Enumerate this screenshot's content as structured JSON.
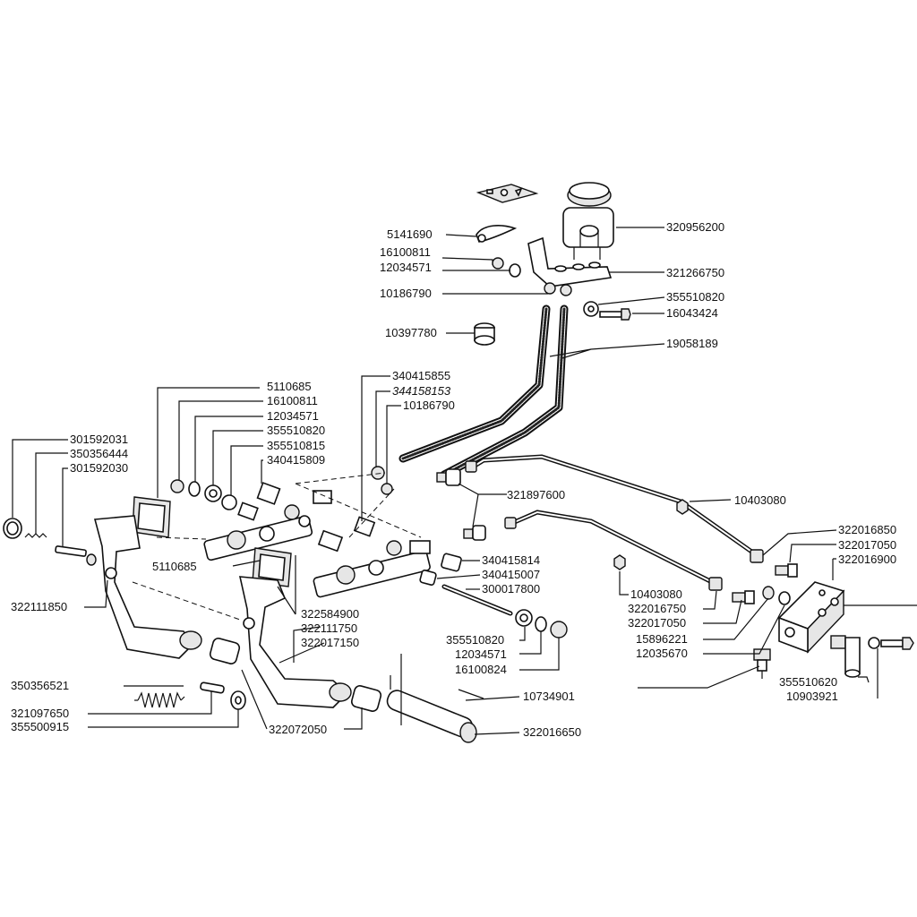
{
  "labels": [
    {
      "id": "l1",
      "text": "5141690"
    },
    {
      "id": "l2",
      "text": "16100811"
    },
    {
      "id": "l3",
      "text": "12034571"
    },
    {
      "id": "l4",
      "text": "10186790"
    },
    {
      "id": "l5",
      "text": "320956200"
    },
    {
      "id": "l6",
      "text": "321266750"
    },
    {
      "id": "l7",
      "text": "355510820"
    },
    {
      "id": "l8",
      "text": "16043424"
    },
    {
      "id": "l9",
      "text": "10397780"
    },
    {
      "id": "l10",
      "text": "19058189"
    },
    {
      "id": "l11",
      "text": "5110685"
    },
    {
      "id": "l12",
      "text": "16100811"
    },
    {
      "id": "l13",
      "text": "12034571"
    },
    {
      "id": "l14",
      "text": "355510820"
    },
    {
      "id": "l15",
      "text": "355510815"
    },
    {
      "id": "l16",
      "text": "340415809"
    },
    {
      "id": "l17",
      "text": "340415855"
    },
    {
      "id": "l18",
      "text": "344158153"
    },
    {
      "id": "l19",
      "text": "10186790"
    },
    {
      "id": "l20",
      "text": "301592031"
    },
    {
      "id": "l21",
      "text": "350356444"
    },
    {
      "id": "l22",
      "text": "301592030"
    },
    {
      "id": "l23",
      "text": "321897600"
    },
    {
      "id": "l24",
      "text": "10403080"
    },
    {
      "id": "l25",
      "text": "322016850"
    },
    {
      "id": "l26",
      "text": "322017050"
    },
    {
      "id": "l27",
      "text": "322016900"
    },
    {
      "id": "l28",
      "text": "5110685"
    },
    {
      "id": "l29",
      "text": "340415814"
    },
    {
      "id": "l30",
      "text": "340415007"
    },
    {
      "id": "l31",
      "text": "300017800"
    },
    {
      "id": "l32",
      "text": "10403080"
    },
    {
      "id": "l33",
      "text": "322016750"
    },
    {
      "id": "l34",
      "text": "322017050"
    },
    {
      "id": "l35",
      "text": "15896221"
    },
    {
      "id": "l36",
      "text": "12035670"
    },
    {
      "id": "l37",
      "text": "322111850"
    },
    {
      "id": "l38",
      "text": "322584900"
    },
    {
      "id": "l39",
      "text": "322111750"
    },
    {
      "id": "l40",
      "text": "322017150"
    },
    {
      "id": "l41",
      "text": "355510820"
    },
    {
      "id": "l42",
      "text": "12034571"
    },
    {
      "id": "l43",
      "text": "16100824"
    },
    {
      "id": "l44",
      "text": "350356521"
    },
    {
      "id": "l45",
      "text": "10734901"
    },
    {
      "id": "l46",
      "text": "321097650"
    },
    {
      "id": "l47",
      "text": "355500915"
    },
    {
      "id": "l48",
      "text": "322072050"
    },
    {
      "id": "l49",
      "text": "322016650"
    },
    {
      "id": "l50",
      "text": "355510620"
    },
    {
      "id": "l51",
      "text": "10903921"
    }
  ]
}
